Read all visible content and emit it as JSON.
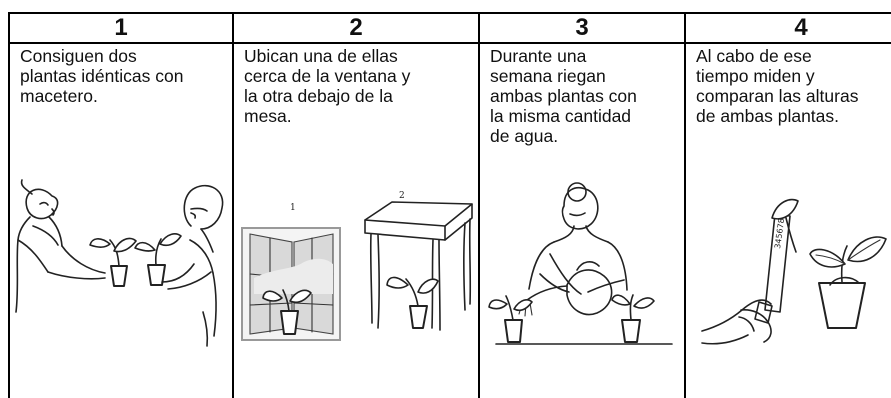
{
  "columns": [
    {
      "number": "1",
      "lines": [
        "Consiguen dos",
        "plantas idénticas con",
        "macetero."
      ]
    },
    {
      "number": "2",
      "lines": [
        "Ubican una de ellas",
        "cerca de la ventana y",
        "la otra debajo de la",
        "mesa."
      ],
      "labels": [
        "1",
        "2"
      ]
    },
    {
      "number": "3",
      "lines": [
        "Durante una",
        "semana riegan",
        "ambas plantas con",
        "la misma cantidad",
        "de agua."
      ]
    },
    {
      "number": "4",
      "lines": [
        "Al cabo de ese",
        "tiempo miden y",
        "comparan las alturas",
        "de ambas plantas."
      ],
      "ruler_digits": "3456789"
    }
  ],
  "icons": {
    "step1": "two-people-exchanging-plants",
    "step2": "window-and-table-with-plants",
    "step3": "woman-watering-plants",
    "step4": "hand-measuring-plant"
  }
}
